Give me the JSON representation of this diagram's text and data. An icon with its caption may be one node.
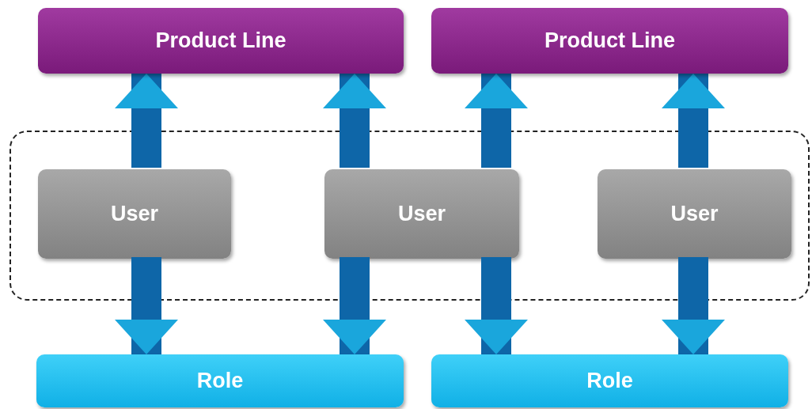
{
  "diagram": {
    "nodes": [
      {
        "text": [
          "Product Line"
        ]
      },
      {
        "text": [
          "Product Line"
        ]
      },
      {
        "text": [],
        "shape": "box"
      },
      {
        "text": [
          "User"
        ],
        "in": 2
      },
      {
        "text": [
          "User"
        ],
        "in": 2
      },
      {
        "text": [
          "User"
        ],
        "in": 2
      },
      {
        "text": [
          "Role"
        ]
      },
      {
        "text": [
          "Role"
        ]
      }
    ],
    "edges": [
      {
        "from": 3,
        "to": 0,
        "arrow": "to"
      },
      {
        "from": 4,
        "to": 0,
        "arrow": "to"
      },
      {
        "from": 4,
        "to": 1,
        "arrow": "to"
      },
      {
        "from": 5,
        "to": 1,
        "arrow": "to"
      },
      {
        "from": 3,
        "to": 6,
        "arrow": "to"
      },
      {
        "from": 4,
        "to": 6,
        "arrow": "to"
      },
      {
        "from": 4,
        "to": 7,
        "arrow": "to"
      },
      {
        "from": 5,
        "to": 7,
        "arrow": "to"
      }
    ]
  }
}
